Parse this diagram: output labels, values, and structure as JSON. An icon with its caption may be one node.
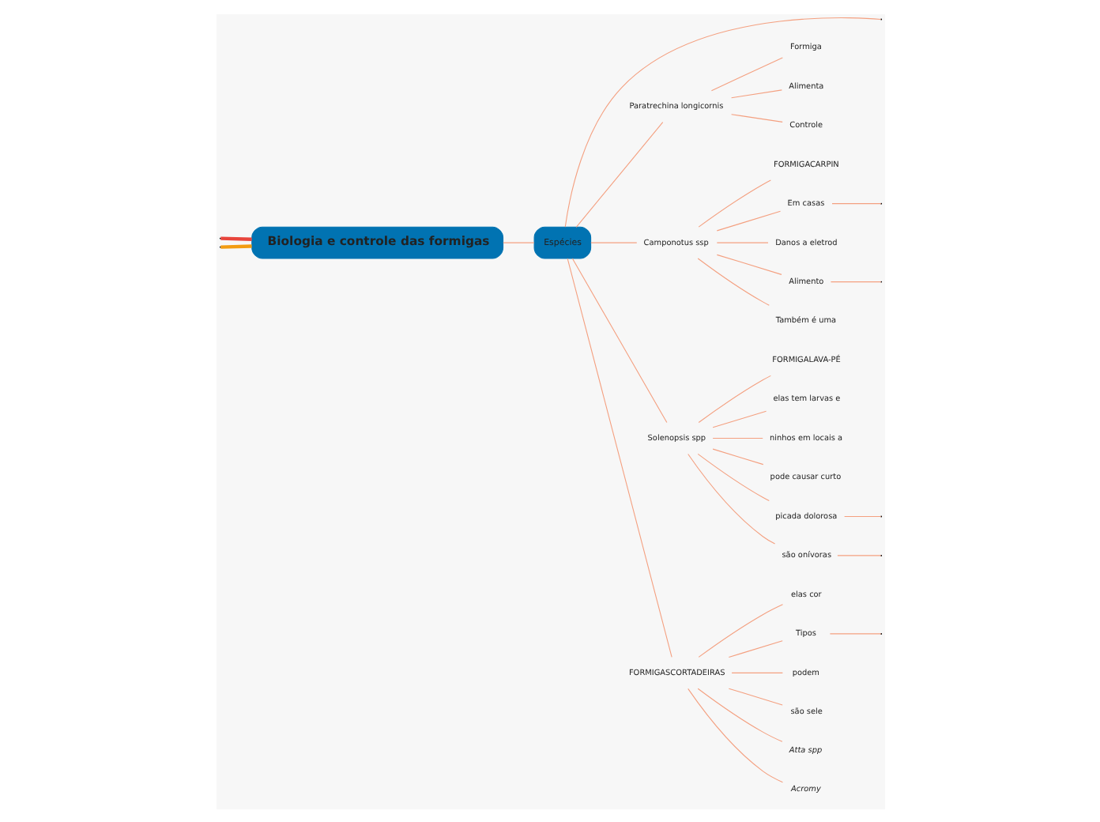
{
  "diagram": {
    "nodes": [
      {
        "text": [
          "Biologia e controle das formigas"
        ]
      },
      {
        "text": [
          "Espécies"
        ]
      },
      {
        "text": [
          "Paratrechina longicornis"
        ]
      },
      {
        "text": [
          "Formiga"
        ]
      },
      {
        "text": [
          "Alimenta"
        ]
      },
      {
        "text": [
          "Controle"
        ]
      },
      {
        "text": [
          "Camponotus ssp"
        ]
      },
      {
        "text": [
          "FORMIGACARPIN"
        ]
      },
      {
        "text": [
          "Em casas"
        ]
      },
      {
        "text": [
          "Danos a eletrod"
        ]
      },
      {
        "text": [
          "Alimento"
        ]
      },
      {
        "text": [
          "Também é uma"
        ]
      },
      {
        "text": [
          "Solenopsis spp"
        ]
      },
      {
        "text": [
          "FORMIGALAVA-PÉ"
        ]
      },
      {
        "text": [
          "elas tem larvas e"
        ]
      },
      {
        "text": [
          "ninhos em locais a"
        ]
      },
      {
        "text": [
          "pode causar curto"
        ]
      },
      {
        "text": [
          "picada dolorosa"
        ]
      },
      {
        "text": [
          "são onívoras"
        ]
      },
      {
        "text": [
          "FORMIGASCORTADEIRAS"
        ]
      },
      {
        "text": [
          "elas cor"
        ]
      },
      {
        "text": [
          "Tipos"
        ]
      },
      {
        "text": [
          "podem"
        ]
      },
      {
        "text": [
          "são sele"
        ]
      },
      {
        "text": [
          "Atta spp"
        ]
      },
      {
        "text": [
          "Acromy"
        ]
      }
    ],
    "edges": [
      {
        "from": 0,
        "to": null,
        "arrow": "none",
        "style": "thick",
        "color": "#e8453c"
      },
      {
        "from": 0,
        "to": 1,
        "arrow": "none"
      },
      {
        "from": 0,
        "to": null,
        "arrow": "none",
        "style": "thick",
        "color": "#f39c12"
      },
      {
        "from": 1,
        "to": null,
        "arrow": "none"
      },
      {
        "from": 1,
        "to": 2,
        "arrow": "none"
      },
      {
        "from": 2,
        "to": 3,
        "arrow": "none"
      },
      {
        "from": 2,
        "to": 4,
        "arrow": "none"
      },
      {
        "from": 2,
        "to": 5,
        "arrow": "none"
      },
      {
        "from": 1,
        "to": 6,
        "arrow": "none"
      },
      {
        "from": 6,
        "to": 7,
        "arrow": "none"
      },
      {
        "from": 6,
        "to": 8,
        "arrow": "none"
      },
      {
        "from": 8,
        "to": null,
        "arrow": "none"
      },
      {
        "from": 6,
        "to": 9,
        "arrow": "none"
      },
      {
        "from": 6,
        "to": 10,
        "arrow": "none"
      },
      {
        "from": 10,
        "to": null,
        "arrow": "none"
      },
      {
        "from": 6,
        "to": 11,
        "arrow": "none"
      },
      {
        "from": 1,
        "to": 12,
        "arrow": "none"
      },
      {
        "from": 12,
        "to": 13,
        "arrow": "none"
      },
      {
        "from": 12,
        "to": 14,
        "arrow": "none"
      },
      {
        "from": 12,
        "to": 15,
        "arrow": "none"
      },
      {
        "from": 12,
        "to": 16,
        "arrow": "none"
      },
      {
        "from": 12,
        "to": 17,
        "arrow": "none"
      },
      {
        "from": 17,
        "to": null,
        "arrow": "none"
      },
      {
        "from": 12,
        "to": 18,
        "arrow": "none"
      },
      {
        "from": 18,
        "to": null,
        "arrow": "none"
      },
      {
        "from": 1,
        "to": 19,
        "arrow": "none"
      },
      {
        "from": 19,
        "to": 20,
        "arrow": "none"
      },
      {
        "from": 19,
        "to": 21,
        "arrow": "none"
      },
      {
        "from": 21,
        "to": null,
        "arrow": "none"
      },
      {
        "from": 19,
        "to": 22,
        "arrow": "none"
      },
      {
        "from": 19,
        "to": 23,
        "arrow": "none"
      },
      {
        "from": 19,
        "to": 24,
        "arrow": "none"
      },
      {
        "from": 19,
        "to": 25,
        "arrow": "none"
      }
    ]
  }
}
